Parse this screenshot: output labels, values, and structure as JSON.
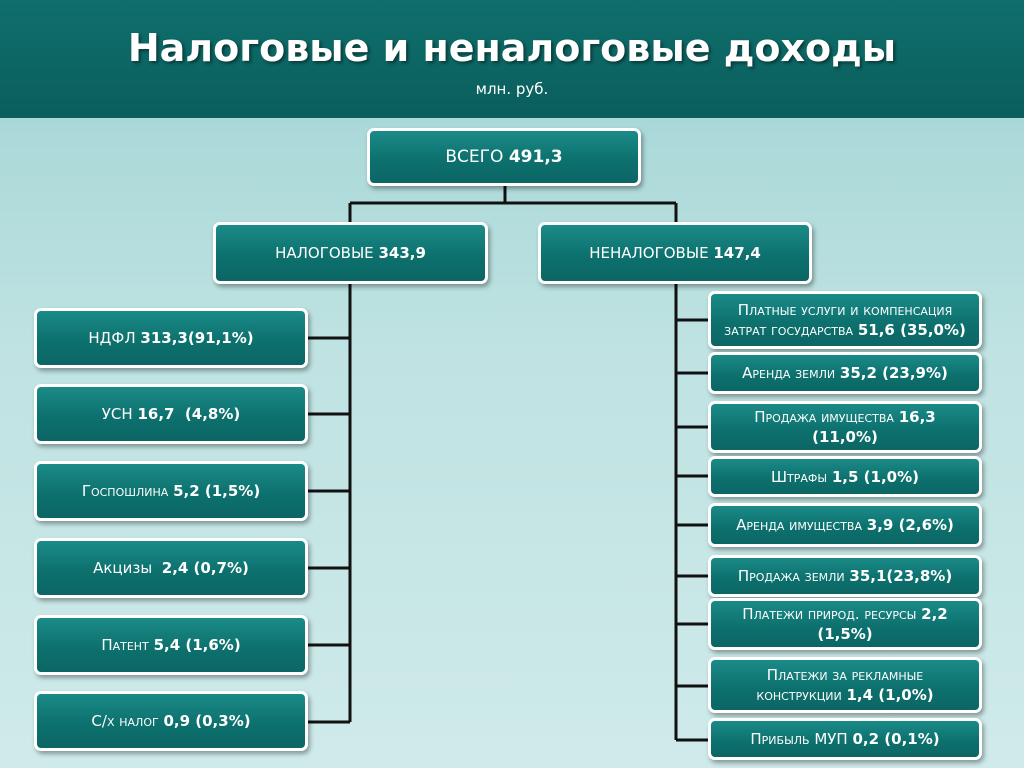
{
  "header": {
    "title": "Налоговые и неналоговые доходы",
    "subtitle": "млн. руб."
  },
  "root": {
    "label": "ВСЕГО",
    "value": "491,3"
  },
  "tax": {
    "label": "НАЛОГОВЫЕ",
    "value": "343,9",
    "items": [
      {
        "label": "НДФЛ",
        "value": "313,3(91,1%)"
      },
      {
        "label": "УСН",
        "value": "16,7  (4,8%)"
      },
      {
        "label": "Госпошлина",
        "value": "5,2 (1,5%)"
      },
      {
        "label": "Акцизы",
        "value": "2,4 (0,7%)"
      },
      {
        "label": "Патент",
        "value": "5,4 (1,6%)"
      },
      {
        "label": "С/х налог",
        "value": "0,9 (0,3%)"
      }
    ]
  },
  "nontax": {
    "label": "НЕНАЛОГОВЫЕ",
    "value": "147,4",
    "items": [
      {
        "label": "Платные услуги и компенсация затрат государства",
        "value": "51,6 (35,0%)"
      },
      {
        "label": "Аренда земли",
        "value": "35,2 (23,9%)"
      },
      {
        "label": "Продажа имущества",
        "value": "16,3 (11,0%)"
      },
      {
        "label": "Штрафы",
        "value": "1,5 (1,0%)"
      },
      {
        "label": "Аренда имущества",
        "value": "3,9 (2,6%)"
      },
      {
        "label": "Продажа земли",
        "value": "35,1(23,8%)"
      },
      {
        "label": "Платежи природ. ресурсы",
        "value": "2,2 (1,5%)"
      },
      {
        "label": "Платежи за рекламные конструкции",
        "value": "1,4 (1,0%)"
      },
      {
        "label": "Прибыль МУП",
        "value": "0,2 (0,1%)"
      }
    ]
  },
  "colors": {
    "header": "#0a5e5c",
    "box": "#0d716e",
    "connector": "#111111"
  }
}
